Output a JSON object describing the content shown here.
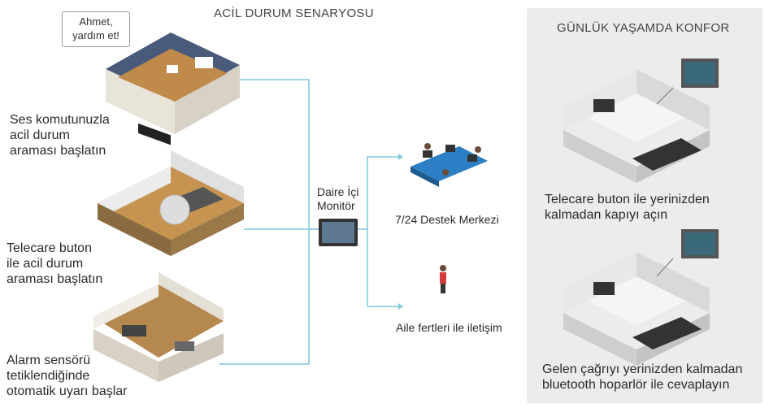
{
  "emergency": {
    "title": "ACİL DURUM SENARYOSU",
    "bubble": "Ahmet,\nyardım et!",
    "step1": "Ses komutunuzla\nacil durum\naraması başlatın",
    "step2": "Telecare buton\nile acil durum\naraması  başlatın",
    "step3": "Alarm sensörü\ntetiklendiğinde\notomatik uyarı başlar",
    "monitor_label": "Daire İçi\nMonitör",
    "support_center": "7/24 Destek Merkezi",
    "family": "Aile fertleri ile iletişim"
  },
  "comfort": {
    "title": "GÜNLÜK YAŞAMDA KONFOR",
    "caption1": "Telecare buton ile yerinizden\nkalmadan kapıyı açın",
    "caption2": "Gelen çağrıyı yerinizden kalmadan\nbluetooth hoparlör ile cevaplayın"
  },
  "colors": {
    "line": "#7ec9dc",
    "panel": "#ececec"
  }
}
